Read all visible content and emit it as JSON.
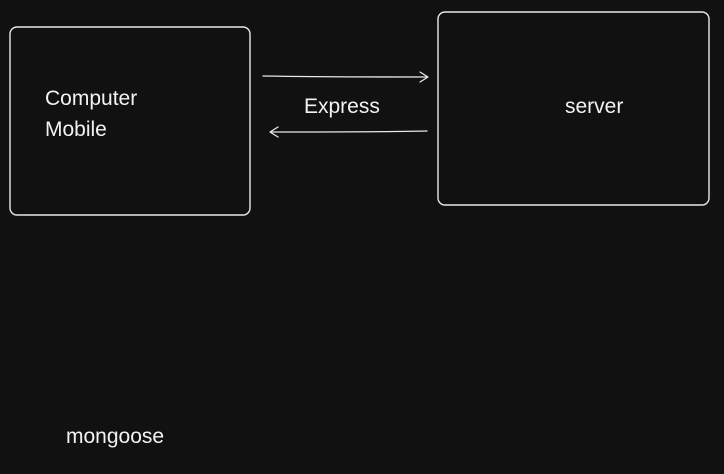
{
  "nodes": {
    "client": {
      "lines": [
        "Computer",
        "Mobile"
      ]
    },
    "server": {
      "label": "server"
    }
  },
  "edges": {
    "express": {
      "label": "Express"
    }
  },
  "free_text": {
    "mongoose": "mongoose"
  },
  "colors": {
    "background": "#121112",
    "stroke": "#e8e8e8",
    "text": "#f2f2f2"
  }
}
